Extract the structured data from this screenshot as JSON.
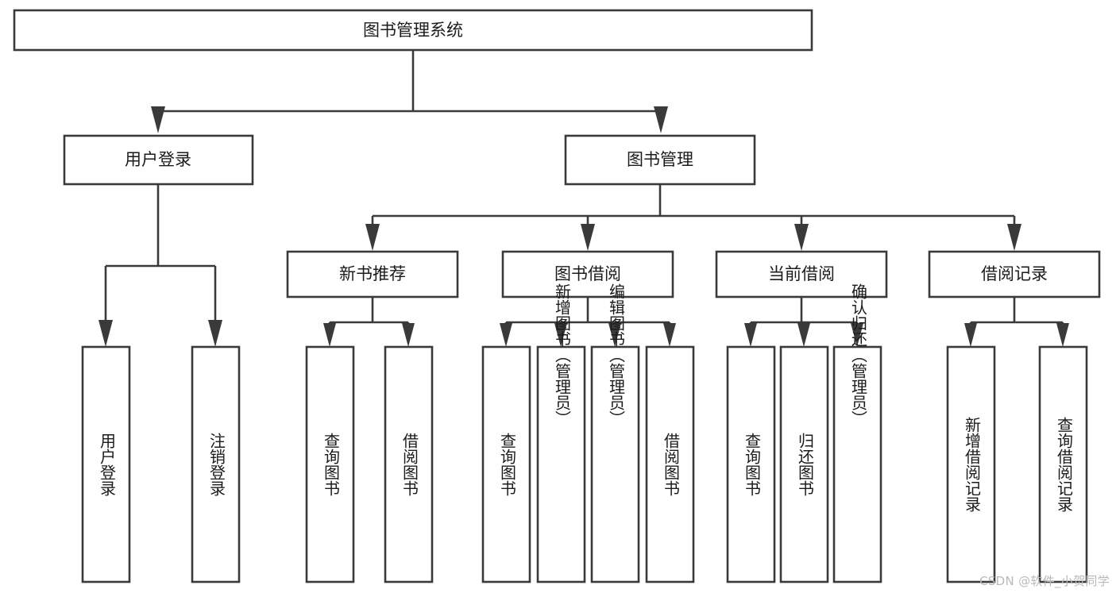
{
  "diagram": {
    "title": "图书管理系统",
    "type": "tree-hierarchy-diagram",
    "colors": {
      "box_stroke": "#3a3a3a",
      "box_fill": "#ffffff",
      "text": "#1b1b1b",
      "background": "#ffffff",
      "watermark": "#b9b9b9"
    },
    "root": {
      "id": "root",
      "label": "图书管理系统"
    },
    "level2": [
      {
        "id": "user-login",
        "label": "用户登录"
      },
      {
        "id": "book-management",
        "label": "图书管理"
      }
    ],
    "level3": [
      {
        "id": "new-book-recommend",
        "label": "新书推荐",
        "parent": "book-management"
      },
      {
        "id": "book-borrow",
        "label": "图书借阅",
        "parent": "book-management"
      },
      {
        "id": "current-borrow",
        "label": "当前借阅",
        "parent": "book-management"
      },
      {
        "id": "borrow-record",
        "label": "借阅记录",
        "parent": "book-management"
      }
    ],
    "leaves": [
      {
        "id": "leaf-user-login",
        "label": "用户登录",
        "parent": "user-login"
      },
      {
        "id": "leaf-logout-login",
        "label": "注销登录",
        "parent": "user-login"
      },
      {
        "id": "leaf-query-book-1",
        "label": "查询图书",
        "parent": "new-book-recommend"
      },
      {
        "id": "leaf-borrow-book-1",
        "label": "借阅图书",
        "parent": "new-book-recommend"
      },
      {
        "id": "leaf-query-book-2",
        "label": "查询图书",
        "parent": "book-borrow"
      },
      {
        "id": "leaf-add-book",
        "label": "新增图书（管理员）",
        "parent": "book-borrow"
      },
      {
        "id": "leaf-edit-book",
        "label": "编辑图书（管理员）",
        "parent": "book-borrow"
      },
      {
        "id": "leaf-borrow-book-2",
        "label": "借阅图书",
        "parent": "book-borrow"
      },
      {
        "id": "leaf-query-book-3",
        "label": "查询图书",
        "parent": "current-borrow"
      },
      {
        "id": "leaf-return-book",
        "label": "归还图书",
        "parent": "current-borrow"
      },
      {
        "id": "leaf-confirm-return",
        "label": "确认归还（管理员）",
        "parent": "current-borrow"
      },
      {
        "id": "leaf-add-borrow-record",
        "label": "新增借阅记录",
        "parent": "borrow-record"
      },
      {
        "id": "leaf-query-borrow-record",
        "label": "查询借阅记录",
        "parent": "borrow-record"
      }
    ],
    "watermark": "CSDN @软件_小贺同学"
  }
}
